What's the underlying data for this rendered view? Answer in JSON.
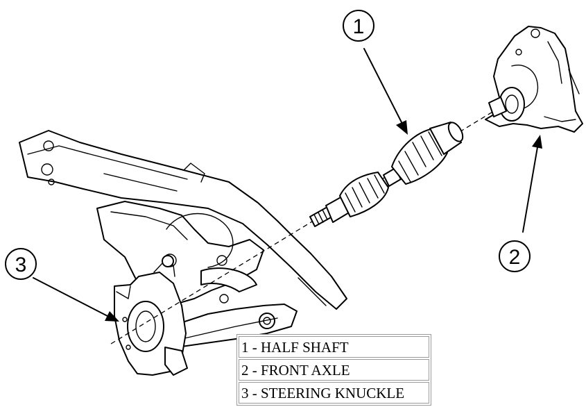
{
  "callouts": [
    {
      "number": "1",
      "label": "HALF SHAFT"
    },
    {
      "number": "2",
      "label": "FRONT AXLE"
    },
    {
      "number": "3",
      "label": "STEERING KNUCKLE"
    }
  ],
  "legend": {
    "rows": [
      "1 - HALF SHAFT",
      "2 - FRONT AXLE",
      "3 - STEERING KNUCKLE"
    ]
  }
}
